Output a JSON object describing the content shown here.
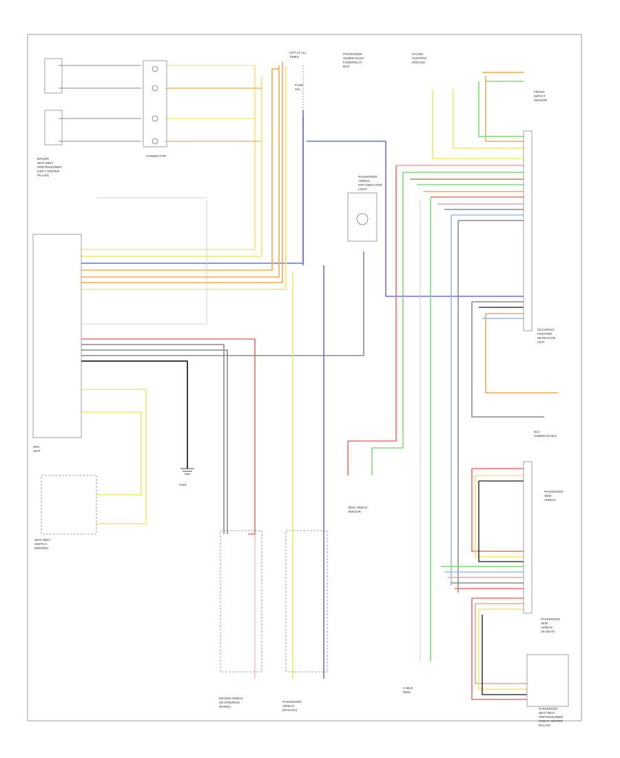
{
  "diagram": {
    "figure_number": "",
    "blocks": [
      {
        "id": "driver-seat-belt",
        "lines": [
          "DRIVER",
          "SEAT BELT",
          "PRETENSIONER",
          "(LEFT CENTER",
          "PILLAR)"
        ]
      },
      {
        "id": "connector-block",
        "lines": [
          "CONNECTOR"
        ]
      },
      {
        "id": "hot-at-all-times",
        "lines": [
          "HOT AT ALL",
          "TIMES"
        ]
      },
      {
        "id": "fuse",
        "lines": [
          "FUSE",
          "15A"
        ]
      },
      {
        "id": "fuse-box",
        "lines": [
          "PASSENGER",
          "UNDER-DASH",
          "FUSE/RELAY",
          "BOX"
        ]
      },
      {
        "id": "srs-unit",
        "lines": [
          "SRS",
          "UNIT"
        ]
      },
      {
        "id": "indicator",
        "lines": [
          "PASSENGER",
          "AIRBAG",
          "OFF INDICATOR",
          "LIGHT"
        ]
      },
      {
        "id": "driver-airbag",
        "lines": [
          "DRIVER AIRBAG",
          "(IN STEERING",
          "WHEEL)"
        ]
      },
      {
        "id": "passenger-airbag",
        "lines": [
          "PASSENGER",
          "AIRBAG",
          "(IN DASH)"
        ]
      },
      {
        "id": "side-airbag-sensor",
        "lines": [
          "SIDE AIRBAG",
          "SENSOR"
        ]
      },
      {
        "id": "seat-weight-sensor",
        "lines": [
          "OCCUPANT",
          "POSITION",
          "DETECTION",
          "UNIT"
        ]
      },
      {
        "id": "dlc",
        "lines": [
          "DLC",
          "(UNDER-DASH)"
        ]
      },
      {
        "id": "ground-g401",
        "lines": [
          "G401"
        ]
      },
      {
        "id": "seat-belt-buckle",
        "lines": [
          "SEAT BELT",
          "SWITCH",
          "(DRIVER)"
        ]
      },
      {
        "id": "instrument-cluster",
        "lines": [
          "GAUGE",
          "CONTROL",
          "MODULE"
        ]
      },
      {
        "id": "impact-sensor",
        "lines": [
          "FRONT",
          "IMPACT",
          "SENSOR"
        ]
      },
      {
        "id": "passenger-sensor",
        "lines": [
          "PASSENGER",
          "SIDE",
          "AIRBAG"
        ]
      },
      {
        "id": "cable-reel",
        "lines": [
          "CABLE",
          "REEL"
        ]
      },
      {
        "id": "pass-seat-belt",
        "lines": [
          "PASSENGER",
          "SEAT BELT",
          "PRETENSIONER",
          "(RIGHT CENTER",
          "PILLAR)"
        ]
      },
      {
        "id": "pass-side-airbag",
        "lines": [
          "PASSENGER",
          "SIDE",
          "AIRBAG",
          "(IN SEAT)"
        ]
      }
    ]
  }
}
